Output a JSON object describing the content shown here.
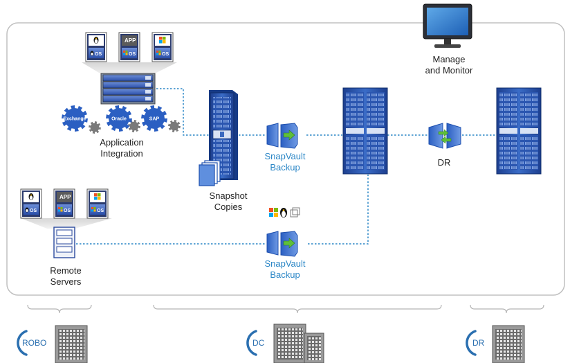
{
  "labels": {
    "manage_monitor": [
      "Manage",
      "and Monitor"
    ],
    "app_integration": [
      "Application",
      "Integration"
    ],
    "snapshot_copies": [
      "Snapshot",
      "Copies"
    ],
    "snapvault_top": [
      "SnapVault",
      "Backup"
    ],
    "snapvault_bottom": [
      "SnapVault",
      "Backup"
    ],
    "dr_center": "DR",
    "remote_servers": [
      "Remote",
      "Servers"
    ]
  },
  "gears": [
    "Exchange",
    "Oracle",
    "SAP"
  ],
  "os_cards": {
    "app_label": "APP",
    "os_label": "OS"
  },
  "tiers": [
    "ROBO",
    "DC",
    "DR"
  ],
  "icons": [
    "linux-icon",
    "windows-icon",
    "vmware-icon",
    "monitor-icon",
    "server-rack-icon",
    "storage-cabinet-icon",
    "snapshot-icon",
    "snapvault-icon",
    "dr-mirror-icon",
    "gear-icon",
    "building-icon"
  ],
  "colors": {
    "accent_blue": "#2a86c6",
    "line_blue": "#2a86c6",
    "frame_gray": "#bfbfbf",
    "storage_dark": "#1a3e8c",
    "storage_light": "#4f86d8",
    "gear_blue": "#2b5fc2"
  }
}
